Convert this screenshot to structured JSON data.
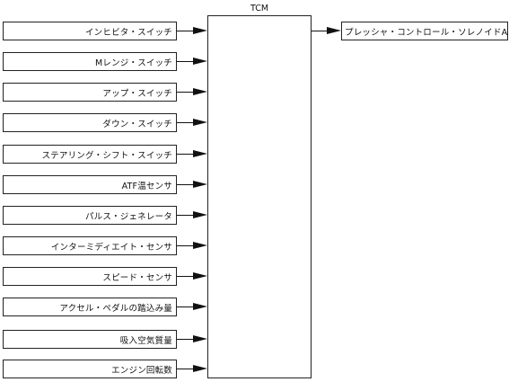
{
  "tcm": {
    "label": "TCM"
  },
  "inputs": [
    {
      "label": "インヒビタ・スイッチ"
    },
    {
      "label": "Mレンジ・スイッチ"
    },
    {
      "label": "アップ・スイッチ"
    },
    {
      "label": "ダウン・スイッチ"
    },
    {
      "label": "ステアリング・シフト・スイッチ"
    },
    {
      "label": "ATF温センサ"
    },
    {
      "label": "パルス・ジェネレータ"
    },
    {
      "label": "インターミディエイト・センサ"
    },
    {
      "label": "スピード・センサ"
    },
    {
      "label": "アクセル・ペダルの踏込み量"
    },
    {
      "label": "吸入空気質量"
    },
    {
      "label": "エンジン回転数"
    }
  ],
  "outputs": [
    {
      "label": "プレッシャ・コントロール・ソレノイドA"
    }
  ]
}
